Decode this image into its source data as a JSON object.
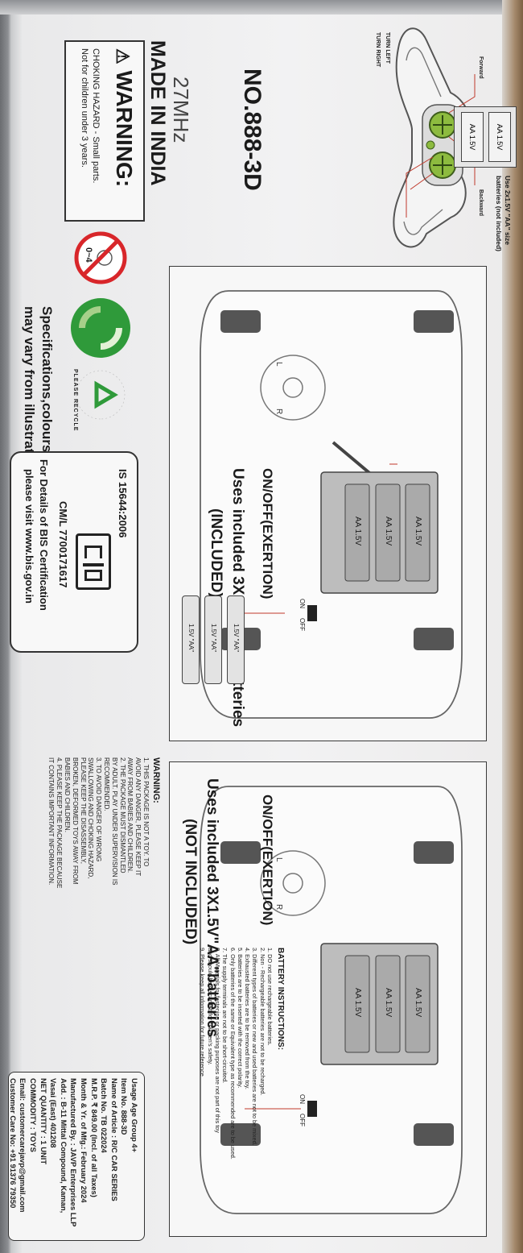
{
  "remote": {
    "turn_left": "TURN LEFT",
    "turn_right": "TURN RIGHT",
    "forward": "Forward",
    "backward": "Backward",
    "battery_label": "AA 1.5V",
    "battery_note_1": "Use 2x1.5V \"AA\" size",
    "battery_note_2": "batteries (not included)"
  },
  "model": {
    "number": "NO.888-3D",
    "frequency": "27MHz",
    "made_in": "MADE IN INDIA"
  },
  "warning_box": {
    "title": "WARNING:",
    "line1": "CHOKING HAZARD - Small parts.",
    "line2": "Not for children under 3 years."
  },
  "car_top": {
    "switch_label": "ON/OFF(EXERTION)",
    "on": "ON",
    "off": "OFF",
    "batteries_line1": "Uses included 3X1.5V\"AA\"batteries",
    "batteries_line2": "(INCLUDED)",
    "cell_label": "AA 1.5V",
    "loose_cell_label": "1.5V \"AA\"",
    "steer_left": "L",
    "steer_right": "R"
  },
  "car_bottom": {
    "switch_label": "ON/OFF(EXERTION)",
    "on": "ON",
    "off": "OFF",
    "batteries_line1": "Uses included 3X1.5V\"AA\"batteries",
    "batteries_line2": "(NOT INCLUDED)",
    "cell_label": "AA 1.5V",
    "steer_left": "L",
    "steer_right": "R"
  },
  "recycle": {
    "letters": "PLEASE RECYCLE"
  },
  "age_badge": "0~4",
  "disclaimer": {
    "line1": "Specifications,colours and contents",
    "line2": "may vary from illustrations"
  },
  "bis": {
    "standard": "IS 15644:2006",
    "cml": "CM/L 7700171617",
    "details_1": "For Details of BIS Certification",
    "details_2": "please visit www.bis.gov.in"
  },
  "warning_text": {
    "title": "WARNING:",
    "lines": [
      "1. THIS PACKAGE IS NOT A TOY. TO",
      "AVOID ANY DANGER, PLEASE KEEP IT",
      "AWAY FROM BABIES AND CHILDREN.",
      "2. THE PACKAGE MUST DISMANTLED",
      "BY ADULT. PLAY UNDER SUPERVISION IS",
      "RECOMMENDED.",
      "3. TO AVOID DANGER OF WRONG",
      "SWALLOWING AND CHOKING HAZARD,",
      "PLEASE KEEP THE DISASSEMBLY,",
      "BROKEN, DEFORMED TOYS AWAY FROM",
      "BABIES AND CHILDREN.",
      "4. PLEASE KEEP THE PACKAGE BECAUSE",
      "IT CONTAINS IMPORTANT INFORMATION."
    ]
  },
  "battery_instructions": {
    "title": "BATTERY INSTRUCTIONS:",
    "lines": [
      "1. DO not use rechargeable batteries.",
      "2. Non - Rechargeable batteries are not to be recharged.",
      "3. Different types of batteries or new and used batteries are not to be mixed.",
      "4. Exhausted batteries are to be removed from the toy.",
      "5. Batteries are to be inserted with the correct polarity.",
      "6. Only batteries of the same or Equivalent type as recommended are to be used.",
      "7. The supply terminals are not to be short-circuited.",
      "8. All Materials for fastening or packing purposes are not part of this toy",
      "and should be discarded for children's safety.",
      "9. Please keep all information for future reference"
    ]
  },
  "product_info": {
    "lines": [
      "Usage Age Group 4+",
      "Item No. 888-3D",
      "Name of Article : R/C CAR SERIES",
      "Batch No. TB 022024",
      "M.R.P. ₹ 849.00 (Incl. of all Taxes)",
      "Month & Yr. of Mfg.: February 2024",
      "Manufactured By. : JAVP Enterprises LLP",
      "Add. : B-11 Mittal Compound, Kaman,",
      "Vasai (East) 401208",
      "NET QUANTITY : 1 UNIT",
      "COMMODITY : TOYS",
      "Email: customercarejavp@gmail.com",
      "Customer Care No: +91 91376 79350"
    ]
  },
  "colors": {
    "remote_green": "#8dbb3f",
    "recycle_green": "#2f9a3a",
    "prohibit_red": "#d8262a",
    "line_red": "#c0392b"
  }
}
